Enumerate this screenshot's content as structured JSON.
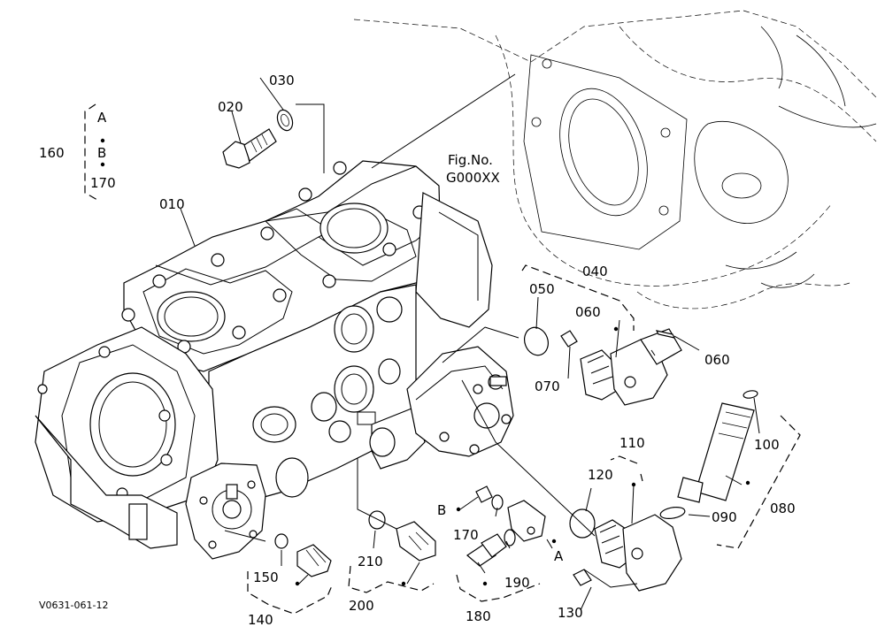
{
  "figure": {
    "fig_ref_line1": "Fig.No.",
    "fig_ref_line2": "G000XX",
    "drawing_code": "V0631-061-12"
  },
  "callouts": {
    "p010": "010",
    "p020": "020",
    "p030": "030",
    "p040": "040",
    "p050": "050",
    "p060a": "060",
    "p060b": "060",
    "p070": "070",
    "p080": "080",
    "p090": "090",
    "p100": "100",
    "p110": "110",
    "p120": "120",
    "p130": "130",
    "p140": "140",
    "p150": "150",
    "p160": "160",
    "p170a": "170",
    "p170b": "170",
    "p180": "180",
    "p190": "190",
    "p200": "200",
    "p210": "210"
  },
  "group_160": {
    "line1": "A",
    "line2": "B",
    "line3": "170"
  },
  "markers": {
    "marker_a": "A",
    "marker_b": "B"
  }
}
